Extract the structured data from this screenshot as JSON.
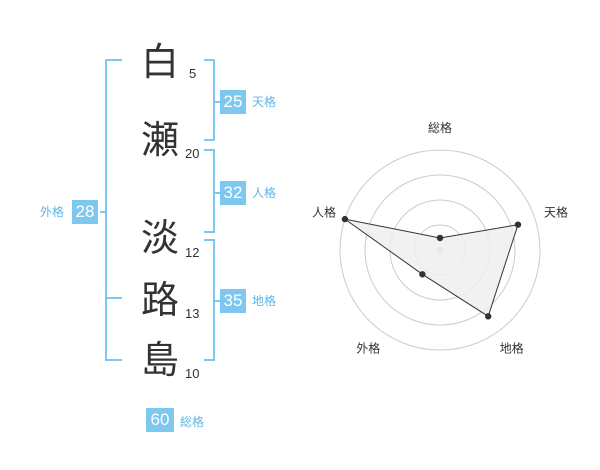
{
  "name": {
    "chars": [
      {
        "char": "白",
        "strokes": "5"
      },
      {
        "char": "瀬",
        "strokes": "20"
      },
      {
        "char": "淡",
        "strokes": "12"
      },
      {
        "char": "路",
        "strokes": "13"
      },
      {
        "char": "島",
        "strokes": "10"
      }
    ]
  },
  "kakusu": {
    "tenkaku": {
      "value": "25",
      "label": "天格"
    },
    "jinkaku": {
      "value": "32",
      "label": "人格"
    },
    "chikaku": {
      "value": "35",
      "label": "地格"
    },
    "gaikaku": {
      "value": "28",
      "label": "外格"
    },
    "soukaku": {
      "value": "60",
      "label": "総格"
    }
  },
  "colors": {
    "accent": "#7ec8f0",
    "accent_text": "#5fb6e6",
    "grid": "#cccccc",
    "polygon_fill": "#eeeeee"
  },
  "chart_data": {
    "type": "radar",
    "axes": [
      "総格",
      "天格",
      "地格",
      "外格",
      "人格"
    ],
    "values": [
      0.12,
      0.82,
      0.82,
      0.3,
      1.0
    ],
    "rings": 4,
    "grid": true
  }
}
